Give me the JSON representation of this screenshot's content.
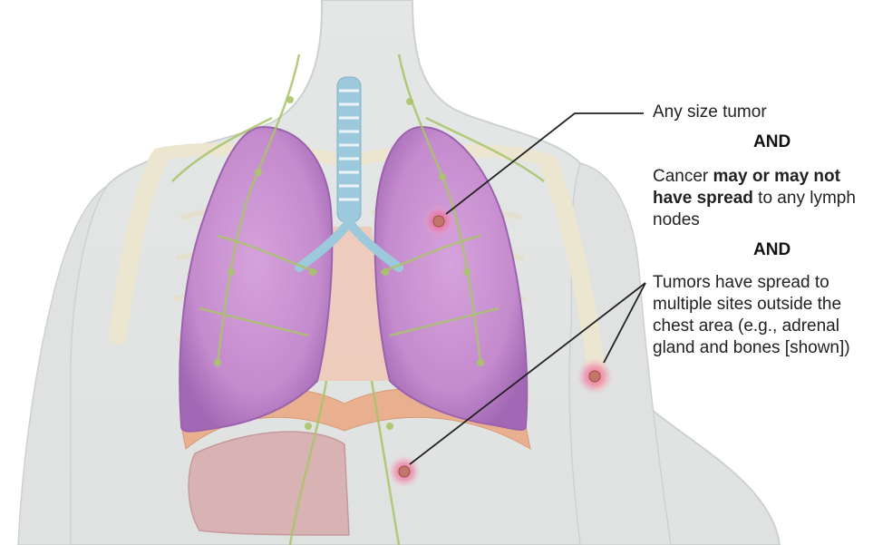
{
  "labels": {
    "tumor_size": "Any size tumor",
    "and_1": "AND",
    "spread_prefix": "Cancer ",
    "spread_bold": "may or may not have spread",
    "spread_suffix": " to any lymph nodes",
    "and_2": "AND",
    "sites": "Tumors have spread to multiple sites outside the chest area (e.g., adrenal gland and bones [shown])"
  },
  "colors": {
    "body": "#e3e6e5",
    "body_outline": "#cfd3d2",
    "lung": "#c98fd0",
    "lung_dark": "#9f62b0",
    "trachea": "#9cc9dc",
    "lymph": "#a9c46a",
    "bone": "#efe8d2",
    "diaphragm": "#e8b08f",
    "liver": "#d9b2b4",
    "tumor_glow": "#e85a8a",
    "tumor_core": "#c5766a",
    "leader_line": "#222222"
  },
  "icons": {
    "primary_tumor": "lung-tumor-icon",
    "adrenal_tumor": "adrenal-tumor-icon",
    "bone_tumor": "bone-tumor-icon"
  }
}
